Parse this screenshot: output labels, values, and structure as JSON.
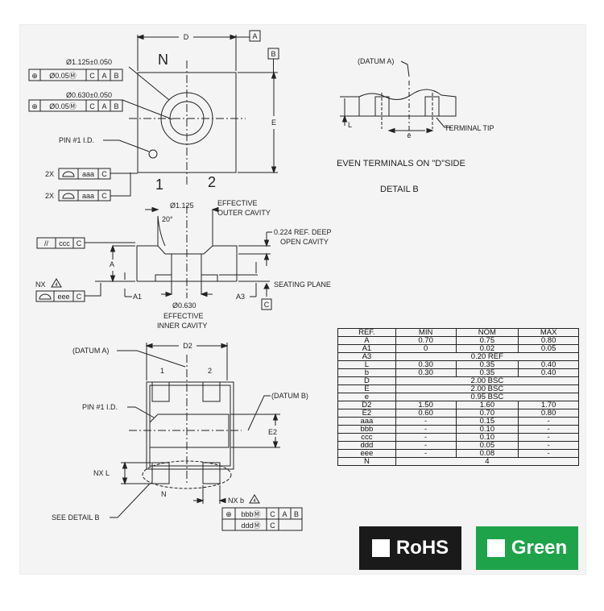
{
  "top_view": {
    "dim_d": "D",
    "datum_a_box": "A",
    "datum_b_box": "B",
    "dim_e": "E",
    "pin_n": "N",
    "pin_1": "1",
    "pin_2": "2",
    "outer_dia": "Ø1.125±0.050",
    "inner_dia": "Ø0.630±0.050",
    "fcf_pos": [
      "⊕",
      "Ø0.05Ⓜ",
      "C",
      "A",
      "B"
    ],
    "pin1_id": "PIN #1 I.D.",
    "prof_prefix": "2X",
    "prof_cells": [
      "⌓",
      "aaa",
      "C"
    ]
  },
  "side_view": {
    "outer_cavity_dia": "Ø1.125",
    "angle": "20°",
    "outer_cavity_label": "EFFECTIVE",
    "outer_cavity_label2": "OUTER CAVITY",
    "depth_label": "0.224 REF. DEEP",
    "depth_label2": "OPEN CAVITY",
    "parallel_cells": [
      "//",
      "ccc",
      "C"
    ],
    "dim_a": "A",
    "nx_label": "NX",
    "eee_cells": [
      "⌓",
      "eee",
      "C"
    ],
    "dim_a1": "A1",
    "dim_a3": "A3",
    "seating_plane": "SEATING PLANE",
    "datum_c_box": "C",
    "inner_cavity_dia": "Ø0.630",
    "inner_cavity_label": "EFFECTIVE",
    "inner_cavity_label2": "INNER CAVITY"
  },
  "detail_b": {
    "datum_a": "(DATUM A)",
    "dim_l": "L",
    "dim_e": "e",
    "terminal_tip": "TERMINAL TIP",
    "caption1": "EVEN TERMINALS ON \"D\"SIDE",
    "caption2": "DETAIL B"
  },
  "bottom_view": {
    "datum_a": "(DATUM A)",
    "dim_d2": "D2",
    "pin_1": "1",
    "pin_2": "2",
    "pin1_id": "PIN #1 I.D.",
    "datum_b": "(DATUM B)",
    "dim_e2": "E2",
    "nx_l": "NX L",
    "pin_n": "N",
    "nx_b": "NX b",
    "see_detail": "SEE DETAIL B",
    "fcf_bbb": [
      "⊕",
      "bbbⓂ",
      "C",
      "A",
      "B"
    ],
    "fcf_ddd": [
      "dddⓂ",
      "C"
    ]
  },
  "dimension_table": {
    "headers": [
      "REF.",
      "MIN",
      "NOM",
      "MAX"
    ],
    "rows": [
      [
        "A",
        "0.70",
        "0.75",
        "0.80"
      ],
      [
        "A1",
        "0",
        "0.02",
        "0.05"
      ],
      [
        "A3",
        "0.20 REF"
      ],
      [
        "L",
        "0.30",
        "0.35",
        "0.40"
      ],
      [
        "b",
        "0.30",
        "0.35",
        "0.40"
      ],
      [
        "D",
        "2.00 BSC"
      ],
      [
        "E",
        "2.00 BSC"
      ],
      [
        "e",
        "0.95 BSC"
      ],
      [
        "D2",
        "1.50",
        "1.60",
        "1.70"
      ],
      [
        "E2",
        "0.60",
        "0.70",
        "0.80"
      ],
      [
        "aaa",
        "-",
        "0.15",
        "-"
      ],
      [
        "bbb",
        "-",
        "0.10",
        "-"
      ],
      [
        "ccc",
        "-",
        "0.10",
        "-"
      ],
      [
        "ddd",
        "-",
        "0.05",
        "-"
      ],
      [
        "eee",
        "-",
        "0.08",
        "-"
      ],
      [
        "N",
        "4"
      ]
    ]
  },
  "badges": {
    "rohs": "RoHS",
    "green": "Green",
    "green_color": "#1fa34a",
    "rohs_color": "#1a1a1a"
  }
}
